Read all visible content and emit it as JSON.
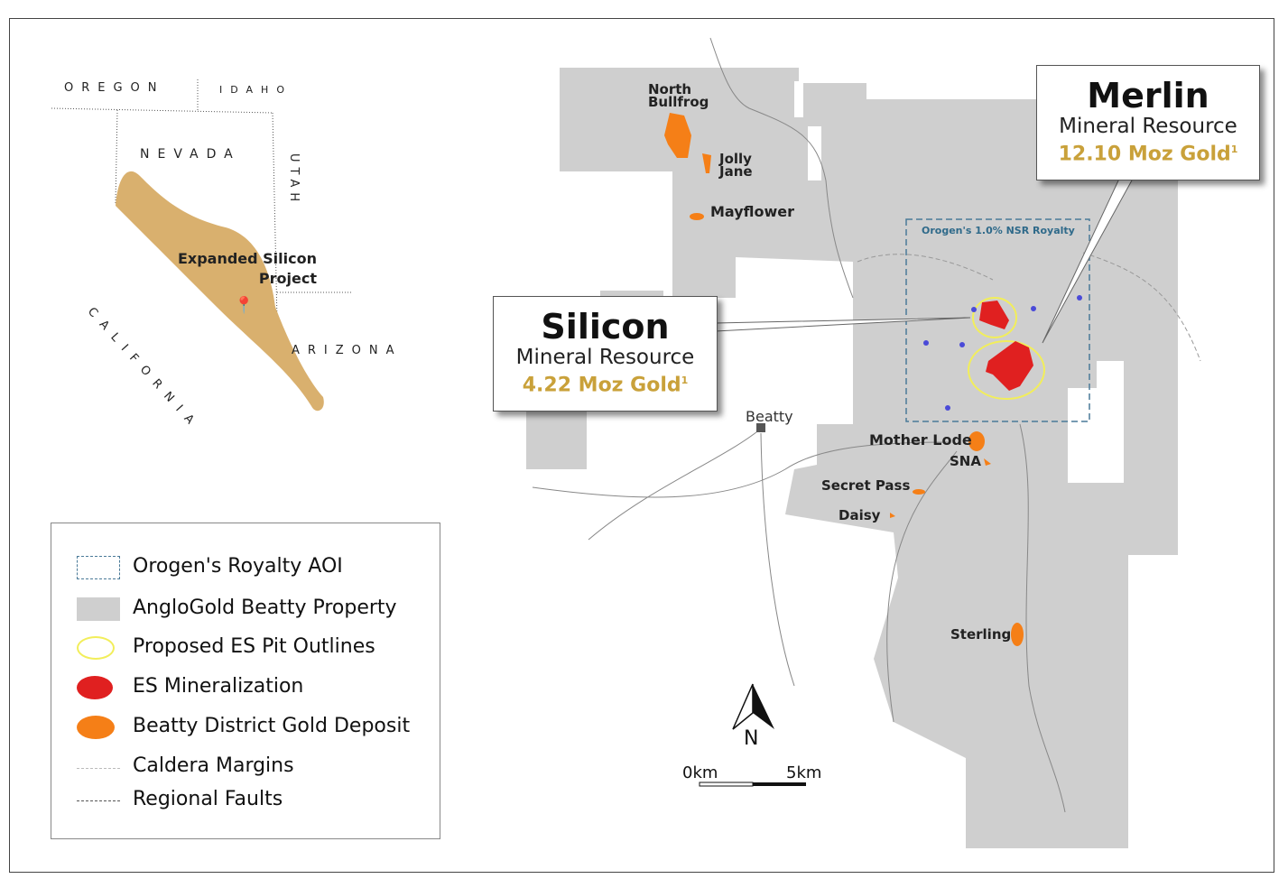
{
  "inset_map": {
    "states": [
      "OREGON",
      "IDAHO",
      "NEVADA",
      "UTAH",
      "CALIFORNIA",
      "ARIZONA"
    ],
    "project_label": "Expanded Silicon Project",
    "project_marker_icon": "map-pin-icon"
  },
  "main_map": {
    "deposits": [
      {
        "name": "North Bullfrog"
      },
      {
        "name": "Jolly Jane"
      },
      {
        "name": "Mayflower"
      },
      {
        "name": "Mother Lode"
      },
      {
        "name": "SNA"
      },
      {
        "name": "Secret Pass"
      },
      {
        "name": "Daisy"
      },
      {
        "name": "Sterling"
      }
    ],
    "town": "Beatty",
    "royalty_label": "Orogen's 1.0% NSR Royalty",
    "north_label": "N",
    "scale": {
      "start": "0km",
      "end": "5km"
    }
  },
  "callouts": {
    "merlin": {
      "title": "Merlin",
      "subtitle": "Mineral Resource",
      "value": "12.10 Moz Gold",
      "note": "1"
    },
    "silicon": {
      "title": "Silicon",
      "subtitle": "Mineral Resource",
      "value": "4.22 Moz Gold",
      "note": "1"
    }
  },
  "legend": [
    {
      "label": "Orogen's Royalty AOI"
    },
    {
      "label": "AngloGold Beatty Property"
    },
    {
      "label": "Proposed ES Pit Outlines"
    },
    {
      "label": "ES Mineralization"
    },
    {
      "label": "Beatty District Gold Deposit"
    },
    {
      "label": "Caldera Margins"
    },
    {
      "label": "Regional Faults"
    }
  ],
  "colors": {
    "property": "#cfcfcf",
    "deposit": "#f57f17",
    "mineralization": "#e02020",
    "pit": "#f2ee5a",
    "royalty": "#4a7a98",
    "accent_gold": "#c9a13a",
    "inset_fill": "#d9b06e"
  }
}
